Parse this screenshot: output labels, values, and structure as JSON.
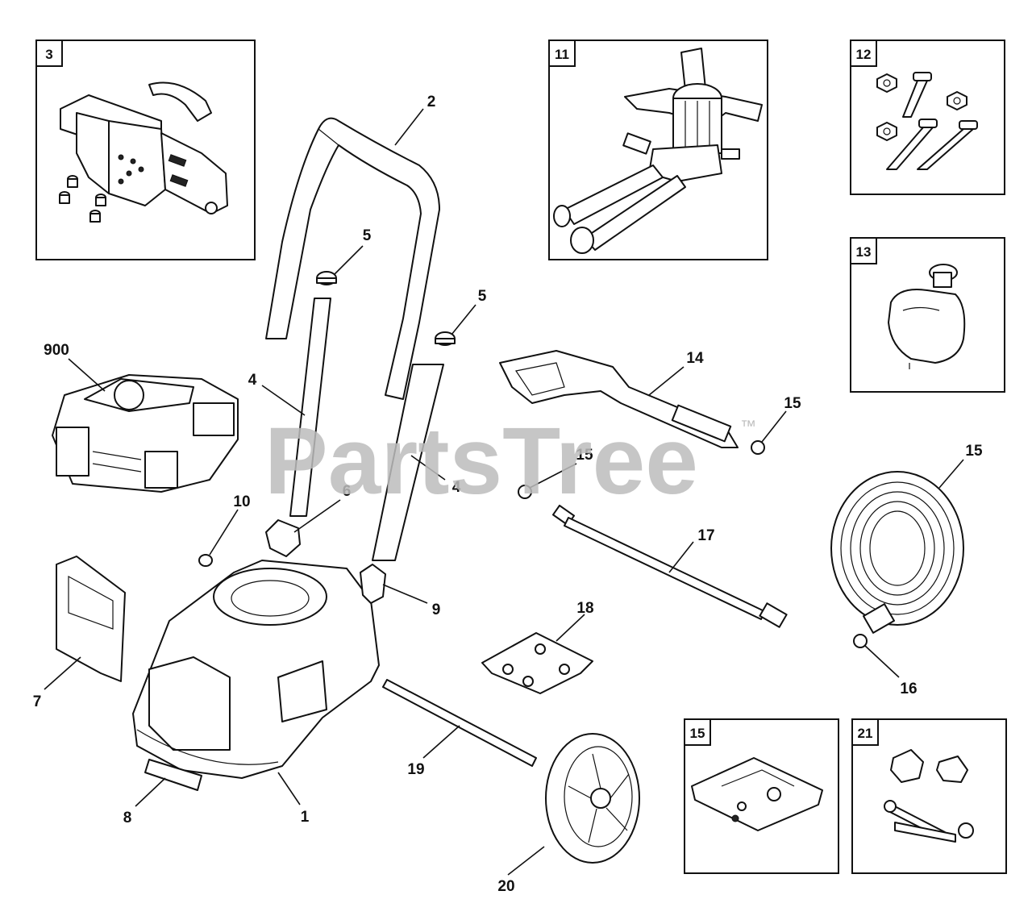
{
  "watermark": {
    "text": "PartsTree",
    "trademark": "™"
  },
  "boxes": [
    {
      "id": "box-3",
      "label": "3"
    },
    {
      "id": "box-11",
      "label": "11"
    },
    {
      "id": "box-12",
      "label": "12"
    },
    {
      "id": "box-13",
      "label": "13"
    },
    {
      "id": "box-15",
      "label": "15"
    },
    {
      "id": "box-21",
      "label": "21"
    }
  ],
  "callouts": [
    {
      "id": "c-2",
      "label": "2"
    },
    {
      "id": "c-5a",
      "label": "5"
    },
    {
      "id": "c-5b",
      "label": "5"
    },
    {
      "id": "c-900",
      "label": "900"
    },
    {
      "id": "c-4a",
      "label": "4"
    },
    {
      "id": "c-4b",
      "label": "4"
    },
    {
      "id": "c-14",
      "label": "14"
    },
    {
      "id": "c-15a",
      "label": "15"
    },
    {
      "id": "c-15b",
      "label": "15"
    },
    {
      "id": "c-15c",
      "label": "15"
    },
    {
      "id": "c-16",
      "label": "16"
    },
    {
      "id": "c-10",
      "label": "10"
    },
    {
      "id": "c-6",
      "label": "6"
    },
    {
      "id": "c-9",
      "label": "9"
    },
    {
      "id": "c-17",
      "label": "17"
    },
    {
      "id": "c-18",
      "label": "18"
    },
    {
      "id": "c-7",
      "label": "7"
    },
    {
      "id": "c-19",
      "label": "19"
    },
    {
      "id": "c-8",
      "label": "8"
    },
    {
      "id": "c-1",
      "label": "1"
    },
    {
      "id": "c-20",
      "label": "20"
    }
  ]
}
